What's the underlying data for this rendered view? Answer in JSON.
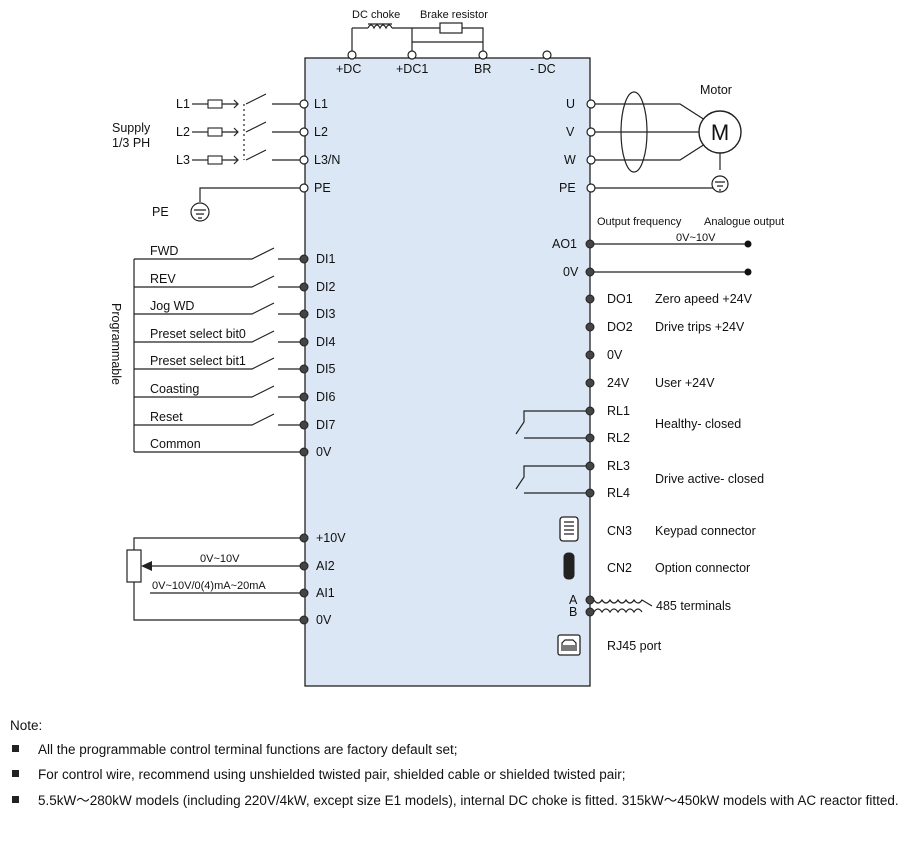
{
  "top": {
    "dc_choke": "DC choke",
    "brake_resistor": "Brake resistor",
    "dc_terms": [
      "+DC",
      "+DC1",
      "BR",
      "- DC"
    ]
  },
  "supply": {
    "label1": "Supply",
    "label2": "1/3 PH",
    "line_in": [
      "L1",
      "L2",
      "L3"
    ],
    "pe_label": "PE"
  },
  "power_in": {
    "l1": "L1",
    "l2": "L2",
    "l3": "L3/N",
    "pe": "PE"
  },
  "motor": {
    "label": "Motor",
    "symbol": "M"
  },
  "power_out": {
    "u": "U",
    "v": "V",
    "w": "W",
    "pe": "PE"
  },
  "output_header": {
    "freq": "Output frequency",
    "analogue": "Analogue output",
    "range": "0V~10V"
  },
  "analog_out": {
    "ao1": "AO1",
    "ov": "0V"
  },
  "programmable": "Programmable",
  "di_inputs": [
    {
      "func": "FWD",
      "term": "DI1"
    },
    {
      "func": "REV",
      "term": "DI2"
    },
    {
      "func": "Jog WD",
      "term": "DI3"
    },
    {
      "func": "Preset select bit0",
      "term": "DI4"
    },
    {
      "func": "Preset select bit1",
      "term": "DI5"
    },
    {
      "func": "Coasting",
      "term": "DI6"
    },
    {
      "func": "Reset",
      "term": "DI7"
    },
    {
      "func": "Common",
      "term": "0V"
    }
  ],
  "do_outputs": [
    {
      "term": "DO1",
      "desc": "Zero apeed +24V"
    },
    {
      "term": "DO2",
      "desc": "Drive trips +24V"
    },
    {
      "term": "0V",
      "desc": ""
    },
    {
      "term": "24V",
      "desc": "User +24V"
    }
  ],
  "relays": [
    {
      "t1": "RL1",
      "t2": "RL2",
      "desc": "Healthy- closed"
    },
    {
      "t1": "RL3",
      "t2": "RL4",
      "desc": "Drive active- closed"
    }
  ],
  "analog_in": {
    "p10v": "+10V",
    "ai2": "AI2",
    "ai1": "AI1",
    "ov": "0V",
    "ai2_range": "0V~10V",
    "ai1_range": "0V~10V/0(4)mA~20mA"
  },
  "connectors": [
    {
      "term": "CN3",
      "desc": "Keypad connector",
      "icon": "keypad-connector-icon"
    },
    {
      "term": "CN2",
      "desc": "Option connector",
      "icon": "option-connector-icon"
    }
  ],
  "rs485": {
    "a": "A",
    "b": "B",
    "desc": "485 terminals"
  },
  "rj45": {
    "desc": "RJ45 port"
  },
  "notes": {
    "title": "Note:",
    "items": [
      "All the programmable control terminal functions are factory default set;",
      "For control wire, recommend using unshielded twisted pair, shielded cable or shielded twisted pair;",
      "5.5kW～280kW models (including 220V/4kW, except size E1 models), internal DC choke is fitted. 315kW～450kW models with AC reactor fitted."
    ]
  },
  "colors": {
    "panel_fill": "#dbe7f5",
    "line": "#222222"
  }
}
